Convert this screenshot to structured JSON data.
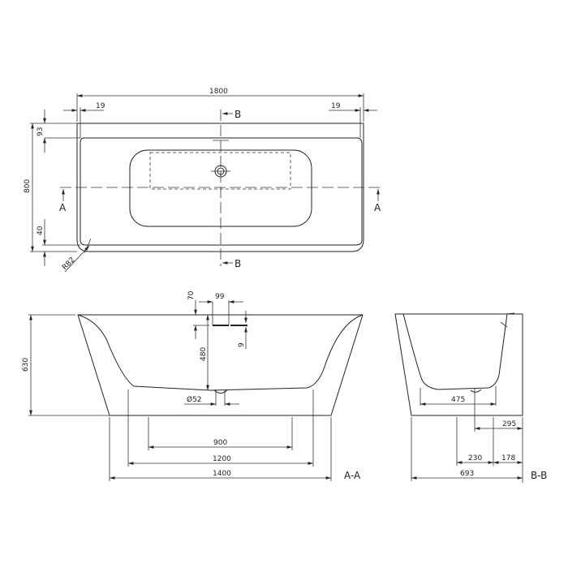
{
  "drawing": {
    "top_view": {
      "overall_length": "1800",
      "rim_left": "19",
      "rim_right": "19",
      "overall_width": "800",
      "rim_top": "93",
      "rim_bottom": "40",
      "corner_radius": "R82",
      "section_marks": {
        "a_left": "A",
        "a_right": "A",
        "b_top": "B",
        "b_bottom": "B"
      }
    },
    "section_a": {
      "label": "A-A",
      "height": "630",
      "overflow_offset": "70",
      "overflow_width": "99",
      "overflow_thickness": "9",
      "depth": "480",
      "drain_diameter": "Ø52",
      "inner_base": "900",
      "foot_width": "1200",
      "base_width": "1400"
    },
    "section_b": {
      "label": "B-B",
      "inner_base": "475",
      "drain_offset": "295",
      "foot_left": "230",
      "foot_right": "178",
      "base_width": "693"
    }
  }
}
